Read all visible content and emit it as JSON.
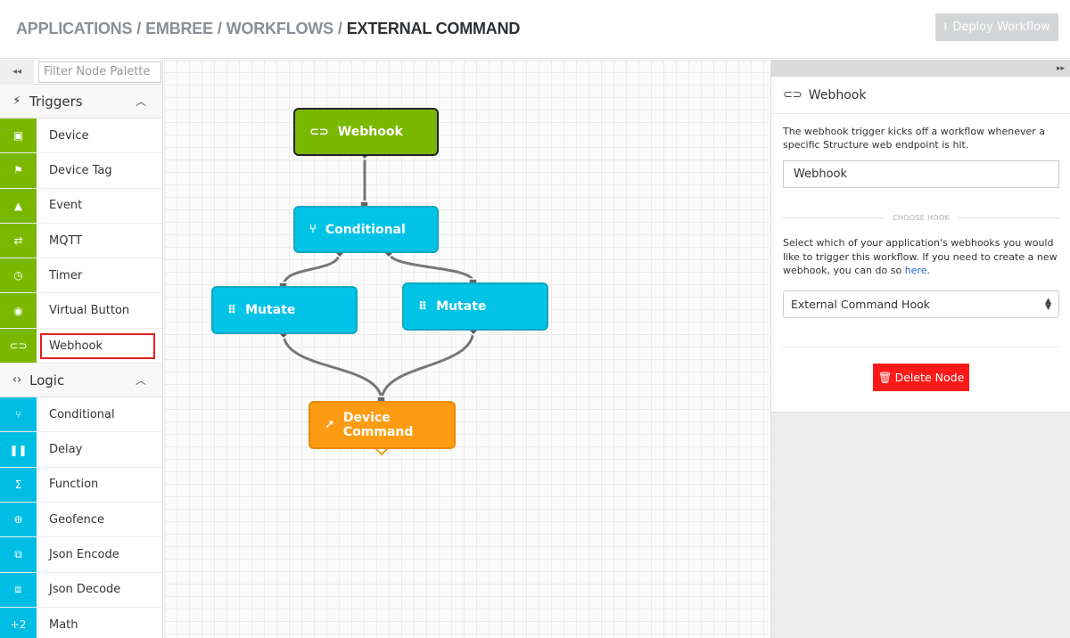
{
  "header": {
    "breadcrumb": [
      "APPLICATIONS",
      "EMBREE",
      "WORKFLOWS",
      "EXTERNAL COMMAND"
    ],
    "separator": "/",
    "deploy_label": "Deploy Workflow",
    "deploy_icon": "upload-icon"
  },
  "palette": {
    "collapse_icon": "◂◂",
    "filter_placeholder": "Filter Node Palette",
    "triggers": {
      "title": "Triggers",
      "items": [
        {
          "label": "Device",
          "icon": "chip-icon"
        },
        {
          "label": "Device Tag",
          "icon": "flag-icon"
        },
        {
          "label": "Event",
          "icon": "warning-icon"
        },
        {
          "label": "MQTT",
          "icon": "transfer-icon"
        },
        {
          "label": "Timer",
          "icon": "stopwatch-icon"
        },
        {
          "label": "Virtual Button",
          "icon": "radio-icon"
        },
        {
          "label": "Webhook",
          "icon": "link-icon"
        }
      ]
    },
    "logic": {
      "title": "Logic",
      "items": [
        {
          "label": "Conditional",
          "icon": "branch-icon"
        },
        {
          "label": "Delay",
          "icon": "pause-icon"
        },
        {
          "label": "Function",
          "icon": "sigma-icon"
        },
        {
          "label": "Geofence",
          "icon": "target-icon"
        },
        {
          "label": "Json Encode",
          "icon": "json-encode-icon"
        },
        {
          "label": "Json Decode",
          "icon": "json-decode-icon"
        },
        {
          "label": "Math",
          "icon": "plus-two-icon",
          "icon_text": "+2"
        }
      ]
    },
    "trigger_color": "#7ab800",
    "logic_color": "#00bde4",
    "highlight_color": "#e02020"
  },
  "canvas": {
    "nodes": {
      "webhook": "Webhook",
      "conditional": "Conditional",
      "mutate_left": "Mutate",
      "mutate_right": "Mutate",
      "device_command": "Device Command"
    }
  },
  "panel": {
    "expand_icon": "▸▸",
    "title": "Webhook",
    "description": "The webhook trigger kicks off a workflow whenever a specific Structure web endpoint is hit.",
    "name_value": "Webhook",
    "divider_label": "CHOOSE HOOK",
    "choose_text": "Select which of your application's webhooks you would like to trigger this workflow. If you need to create a new webhook, you can do so ",
    "choose_link": "here",
    "choose_end": ".",
    "select_value": "External Command Hook",
    "delete_label": "Delete Node"
  }
}
